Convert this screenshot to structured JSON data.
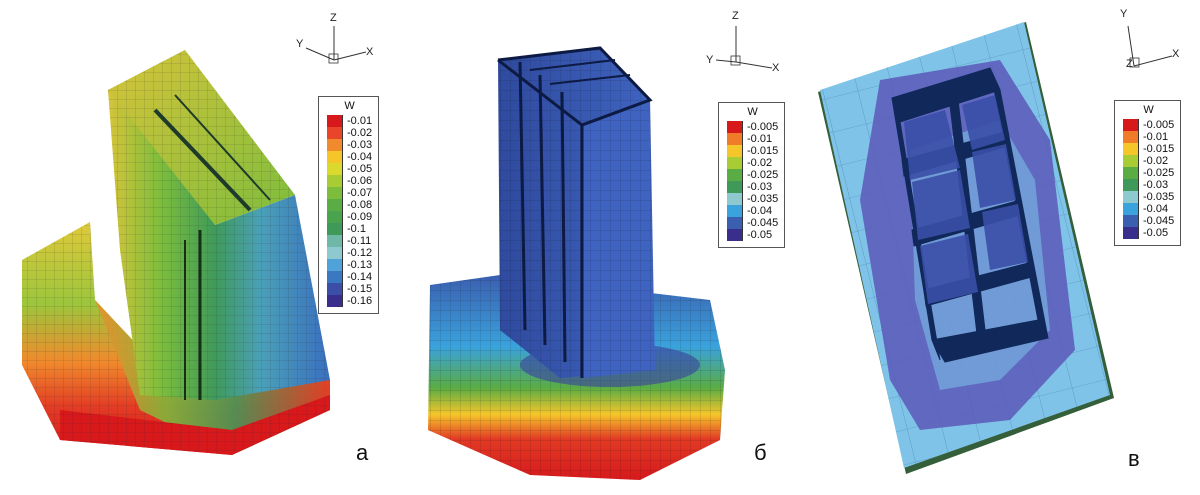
{
  "panels": [
    {
      "label": "а",
      "legend": {
        "title": "W",
        "levels": [
          "-0.01",
          "-0.02",
          "-0.03",
          "-0.04",
          "-0.05",
          "-0.06",
          "-0.07",
          "-0.08",
          "-0.09",
          "-0.1",
          "-0.11",
          "-0.12",
          "-0.13",
          "-0.14",
          "-0.15",
          "-0.16"
        ],
        "colors": [
          "#d7191c",
          "#e8452a",
          "#f08a2c",
          "#f5c62a",
          "#d9d92e",
          "#a8cc34",
          "#7cbd3c",
          "#5aac44",
          "#4aa34d",
          "#3f9a5a",
          "#6fb7a6",
          "#8ec9d0",
          "#4fa3d8",
          "#3a78c2",
          "#3b4ea8",
          "#3a2e8c"
        ]
      },
      "axes": {
        "vertical": "Z",
        "left": "Y",
        "right": "X"
      }
    },
    {
      "label": "б",
      "legend": {
        "title": "W",
        "levels": [
          "-0.005",
          "-0.01",
          "-0.015",
          "-0.02",
          "-0.025",
          "-0.03",
          "-0.035",
          "-0.04",
          "-0.045",
          "-0.05"
        ],
        "colors": [
          "#d7191c",
          "#f07c2a",
          "#f5c62a",
          "#a8cc34",
          "#5aac44",
          "#3f9a5a",
          "#8ec9d0",
          "#3aa2dc",
          "#3b5fb0",
          "#3a2e8c"
        ]
      },
      "axes": {
        "vertical": "Z",
        "left": "Y",
        "right": "X"
      }
    },
    {
      "label": "в",
      "legend": {
        "title": "W",
        "levels": [
          "-0.005",
          "-0.01",
          "-0.015",
          "-0.02",
          "-0.025",
          "-0.03",
          "-0.035",
          "-0.04",
          "-0.045",
          "-0.05"
        ],
        "colors": [
          "#d7191c",
          "#f07c2a",
          "#f5c62a",
          "#a8cc34",
          "#5aac44",
          "#3f9a5a",
          "#8ec9d0",
          "#3aa2dc",
          "#3b5fb0",
          "#3a2e8c"
        ]
      },
      "axes": {
        "vertical": "Y",
        "left": "Z",
        "right": "X"
      }
    }
  ]
}
